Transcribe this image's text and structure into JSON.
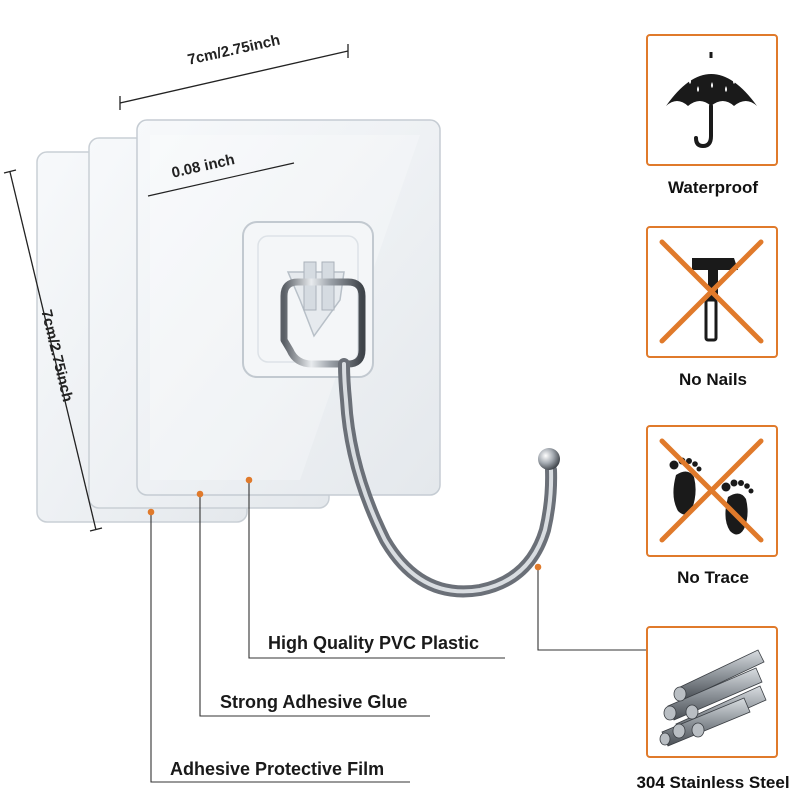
{
  "dimensions": {
    "width_label": "7cm/2.75inch",
    "height_label": "7cm/2.75inch",
    "thickness_label": "0.08 inch"
  },
  "callouts": {
    "pvc": "High Quality PVC Plastic",
    "glue": "Strong Adhesive Glue",
    "film": "Adhesive Protective Film"
  },
  "features": [
    {
      "label": "Waterproof",
      "icon": "umbrella-icon"
    },
    {
      "label": "No Nails",
      "icon": "no-hammer-nail-icon"
    },
    {
      "label": "No Trace",
      "icon": "no-footprints-icon"
    },
    {
      "label": "304 Stainless Steel",
      "icon": "steel-rods-icon"
    }
  ],
  "colors": {
    "accent": "#e07a2b",
    "text": "#111111",
    "callout_dot": "#e07a2b"
  }
}
